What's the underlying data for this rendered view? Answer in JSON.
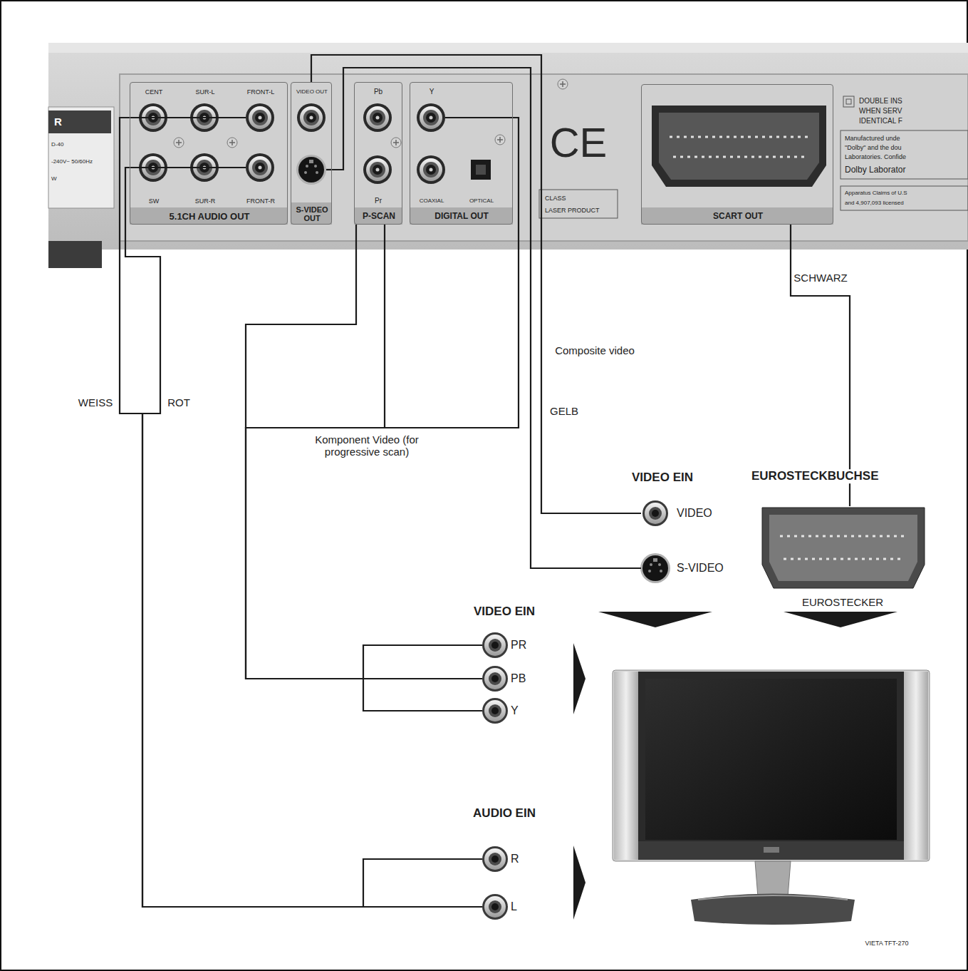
{
  "diagram": {
    "nodes": [
      {
        "text": [
          "CENT",
          "SUR-L",
          "FRONT-L",
          "SW",
          "SUR-R",
          "FRONT-R",
          "5.1CH AUDIO OUT"
        ]
      },
      {
        "text": [
          "VIDEO OUT",
          "S-VIDEO OUT"
        ]
      },
      {
        "text": [
          "Pb",
          "Pr",
          "P-SCAN"
        ]
      },
      {
        "text": [
          "Y",
          "COAXIAL",
          "OPTICAL",
          "DIGITAL OUT"
        ]
      },
      {
        "text": [
          "SCART OUT"
        ]
      },
      {
        "text": [
          "VIDEO EIN",
          "VIDEO",
          "S-VIDEO"
        ]
      },
      {
        "text": [
          "EUROSTECKBUCHSE",
          "EUROSTECKER"
        ]
      },
      {
        "text": [
          "VIDEO EIN",
          "PR",
          "PB",
          "Y"
        ]
      },
      {
        "text": [
          "AUDIO EIN",
          "R",
          "L"
        ]
      },
      {
        "text": [
          "VIETA TFT-270"
        ]
      }
    ],
    "edges": [
      {
        "from": 0,
        "to": 8,
        "label": "WEISS",
        "arrow": "none"
      },
      {
        "from": 0,
        "to": 8,
        "label": "ROT",
        "arrow": "none"
      },
      {
        "from": 1,
        "to": 5,
        "label": "Composite video",
        "arrow": "none"
      },
      {
        "from": 1,
        "to": 5,
        "arrow": "none"
      },
      {
        "from": 2,
        "to": 7,
        "label": "Komponent Video (for progressive scan)",
        "arrow": "none"
      },
      {
        "from": 3,
        "to": 7,
        "arrow": "none"
      },
      {
        "from": 4,
        "to": 6,
        "label": "SCHWARZ",
        "arrow": "none"
      },
      {
        "from": 5,
        "to": 9,
        "arrow": "to"
      },
      {
        "from": 6,
        "to": 9,
        "arrow": "to"
      },
      {
        "from": 7,
        "to": 9,
        "arrow": "to"
      },
      {
        "from": 8,
        "to": 9,
        "arrow": "to"
      }
    ],
    "labels": [
      "R",
      "D-40",
      "-240V~ 50/60Hz",
      "W",
      "CE",
      "CLASS",
      "LASER PRODUCT",
      "DOUBLE INS",
      "WHEN SERV",
      "IDENTICAL F",
      "Manufactured unde",
      "\"Dolby\" and the dou",
      "Laboratories. Confide",
      "Dolby Laborator",
      "Apparatus Claims of U.S",
      "and 4,907,093 licensed",
      "GELB"
    ]
  }
}
